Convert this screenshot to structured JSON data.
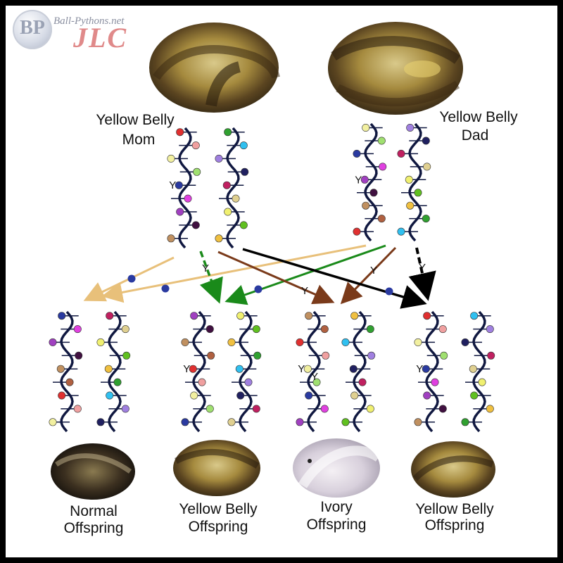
{
  "watermark": {
    "site": "Ball-Pythons.net",
    "initials": "JLC",
    "badge": "BP"
  },
  "parents": {
    "mom": {
      "label_line1": "Yellow Belly",
      "label_line2": "Mom",
      "photo": "yellow-belly-ball-python-photo"
    },
    "dad": {
      "label_line1": "Yellow Belly",
      "label_line2": "Dad",
      "photo": "yellow-belly-ball-python-photo"
    }
  },
  "gene_marker": "Y",
  "offspring": [
    {
      "label_line1": "Normal",
      "label_line2": "Offspring",
      "photo": "normal-ball-python-photo"
    },
    {
      "label_line1": "Yellow Belly",
      "label_line2": "Offspring",
      "photo": "yellow-belly-ball-python-photo"
    },
    {
      "label_line1": "Ivory",
      "label_line2": "Offspring",
      "photo": "ivory-ball-python-photo"
    },
    {
      "label_line1": "Yellow Belly",
      "label_line2": "Offspring",
      "photo": "yellow-belly-ball-python-photo"
    }
  ],
  "colors": {
    "strand": "#101840",
    "arrow_tan": "#e8c07a",
    "arrow_green": "#1a8a1a",
    "arrow_brown": "#7a3a1a",
    "arrow_black": "#000000",
    "bead_palette_left": [
      "#e03030",
      "#f0a0a0",
      "#f2f0a0",
      "#a0e070",
      "#2a3aa0",
      "#e040e0",
      "#a040c0",
      "#401040",
      "#c09060",
      "#b06040"
    ],
    "bead_palette_right": [
      "#f0c040",
      "#30a030",
      "#30c0f0",
      "#a080e0",
      "#202060",
      "#c02060",
      "#e0d090",
      "#f0f070",
      "#60c020"
    ]
  }
}
